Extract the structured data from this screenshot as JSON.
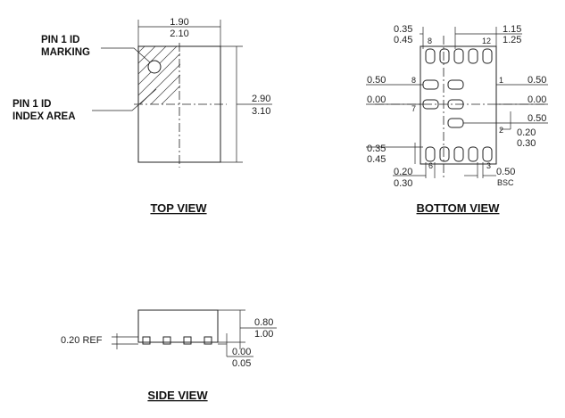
{
  "top_view": {
    "title": "TOP VIEW",
    "pin1_marking": [
      "PIN 1 ID",
      "MARKING"
    ],
    "pin1_index_area": [
      "PIN 1 ID",
      "INDEX AREA"
    ],
    "width_min": "1.90",
    "width_max": "2.10",
    "length_min": "2.90",
    "length_max": "3.10"
  },
  "bottom_view": {
    "title": "BOTTOM VIEW",
    "pad_len_min": "0.35",
    "pad_len_max": "0.45",
    "span_min": "1.15",
    "span_max": "1.25",
    "left_offset": "0.50",
    "left_zero": "0.00",
    "right_offset_top": "0.50",
    "right_zero": "0.00",
    "right_offset_bottom": "0.50",
    "pad_w_right_min": "0.20",
    "pad_w_right_max": "0.30",
    "pad_len_min_bottom": "0.35",
    "pad_len_max_bottom": "0.45",
    "pad_w_min": "0.20",
    "pad_w_max": "0.30",
    "pitch": "0.50",
    "pitch_note": "BSC",
    "pin_labels": {
      "p8_top": "8",
      "p12": "12",
      "p8": "8",
      "p1": "1",
      "p7": "7",
      "p2": "2",
      "p6": "6",
      "p3": "3"
    }
  },
  "side_view": {
    "title": "SIDE VIEW",
    "ref_label": "0.20  REF",
    "height_min": "0.80",
    "height_max": "1.00",
    "standoff_min": "0.00",
    "standoff_max": "0.05"
  }
}
